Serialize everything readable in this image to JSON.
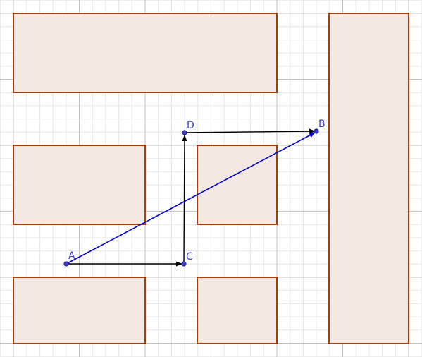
{
  "diagram": {
    "background": "#ffffff",
    "grid": {
      "minor_color": "#e6e6e6",
      "major_color": "#c0c0c0"
    },
    "blocks": {
      "fill": "#f3e8e2",
      "stroke": "#a0400f",
      "items": [
        {
          "name": "block-top-wide"
        },
        {
          "name": "block-middle-left"
        },
        {
          "name": "block-middle-center"
        },
        {
          "name": "block-bottom-left"
        },
        {
          "name": "block-bottom-center"
        },
        {
          "name": "block-right-tall"
        }
      ]
    },
    "points": {
      "color": "#3a3ad6",
      "stroke": "#1a1a66",
      "labels": {
        "A": "A",
        "B": "B",
        "C": "C",
        "D": "D"
      }
    },
    "vectors": [
      {
        "name": "vector-a-to-b",
        "from": "A",
        "to": "B",
        "color": "#0000cc"
      },
      {
        "name": "vector-a-to-c",
        "from": "A",
        "to": "C",
        "color": "#000000"
      },
      {
        "name": "vector-c-to-d",
        "from": "C",
        "to": "D",
        "color": "#000000"
      },
      {
        "name": "vector-d-to-b",
        "from": "D",
        "to": "B",
        "color": "#000000"
      }
    ]
  }
}
